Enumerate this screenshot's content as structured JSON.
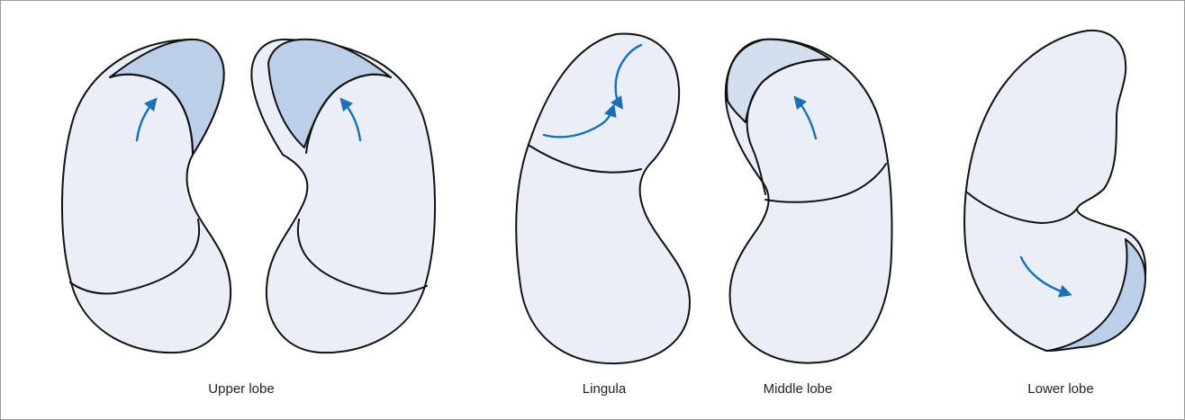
{
  "colors": {
    "lobe_fill": "#e9eef7",
    "segment_shaded": "#bccfe8",
    "segment_light": "#d3deee",
    "arrow": "#1b6fb4",
    "outline": "#111111",
    "border": "#9a9a9a"
  },
  "captions": {
    "upper": "Upper lobe",
    "lingula": "Lingula",
    "middle": "Middle lobe",
    "lower": "Lower lobe"
  }
}
